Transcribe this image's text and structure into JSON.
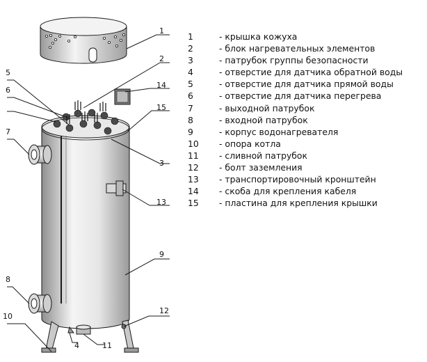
{
  "callouts": [
    {
      "num": "1",
      "text": "- крышка кожуха"
    },
    {
      "num": "2",
      "text": "- блок нагревательных элементов"
    },
    {
      "num": "3",
      "text": "- патрубок группы безопасности"
    },
    {
      "num": "4",
      "text": "- отверстие для датчика обратной воды"
    },
    {
      "num": "5",
      "text": "- отверстие для  датчика прямой воды"
    },
    {
      "num": "6",
      "text": "- отверстие для датчика перегрева"
    },
    {
      "num": "7",
      "text": "- выходной патрубок"
    },
    {
      "num": "8",
      "text": "- входной патрубок"
    },
    {
      "num": "9",
      "text": "- корпус  водонагревателя"
    },
    {
      "num": "10",
      "text": "- опора котла"
    },
    {
      "num": "11",
      "text": "- сливной патрубок"
    },
    {
      "num": "12",
      "text": "- болт заземления"
    },
    {
      "num": "13",
      "text": "- транспортировочный кронштейн"
    },
    {
      "num": "14",
      "text": "- скоба для крепления кабеля"
    },
    {
      "num": "15",
      "text": "- пластина для крепления крышки"
    }
  ]
}
